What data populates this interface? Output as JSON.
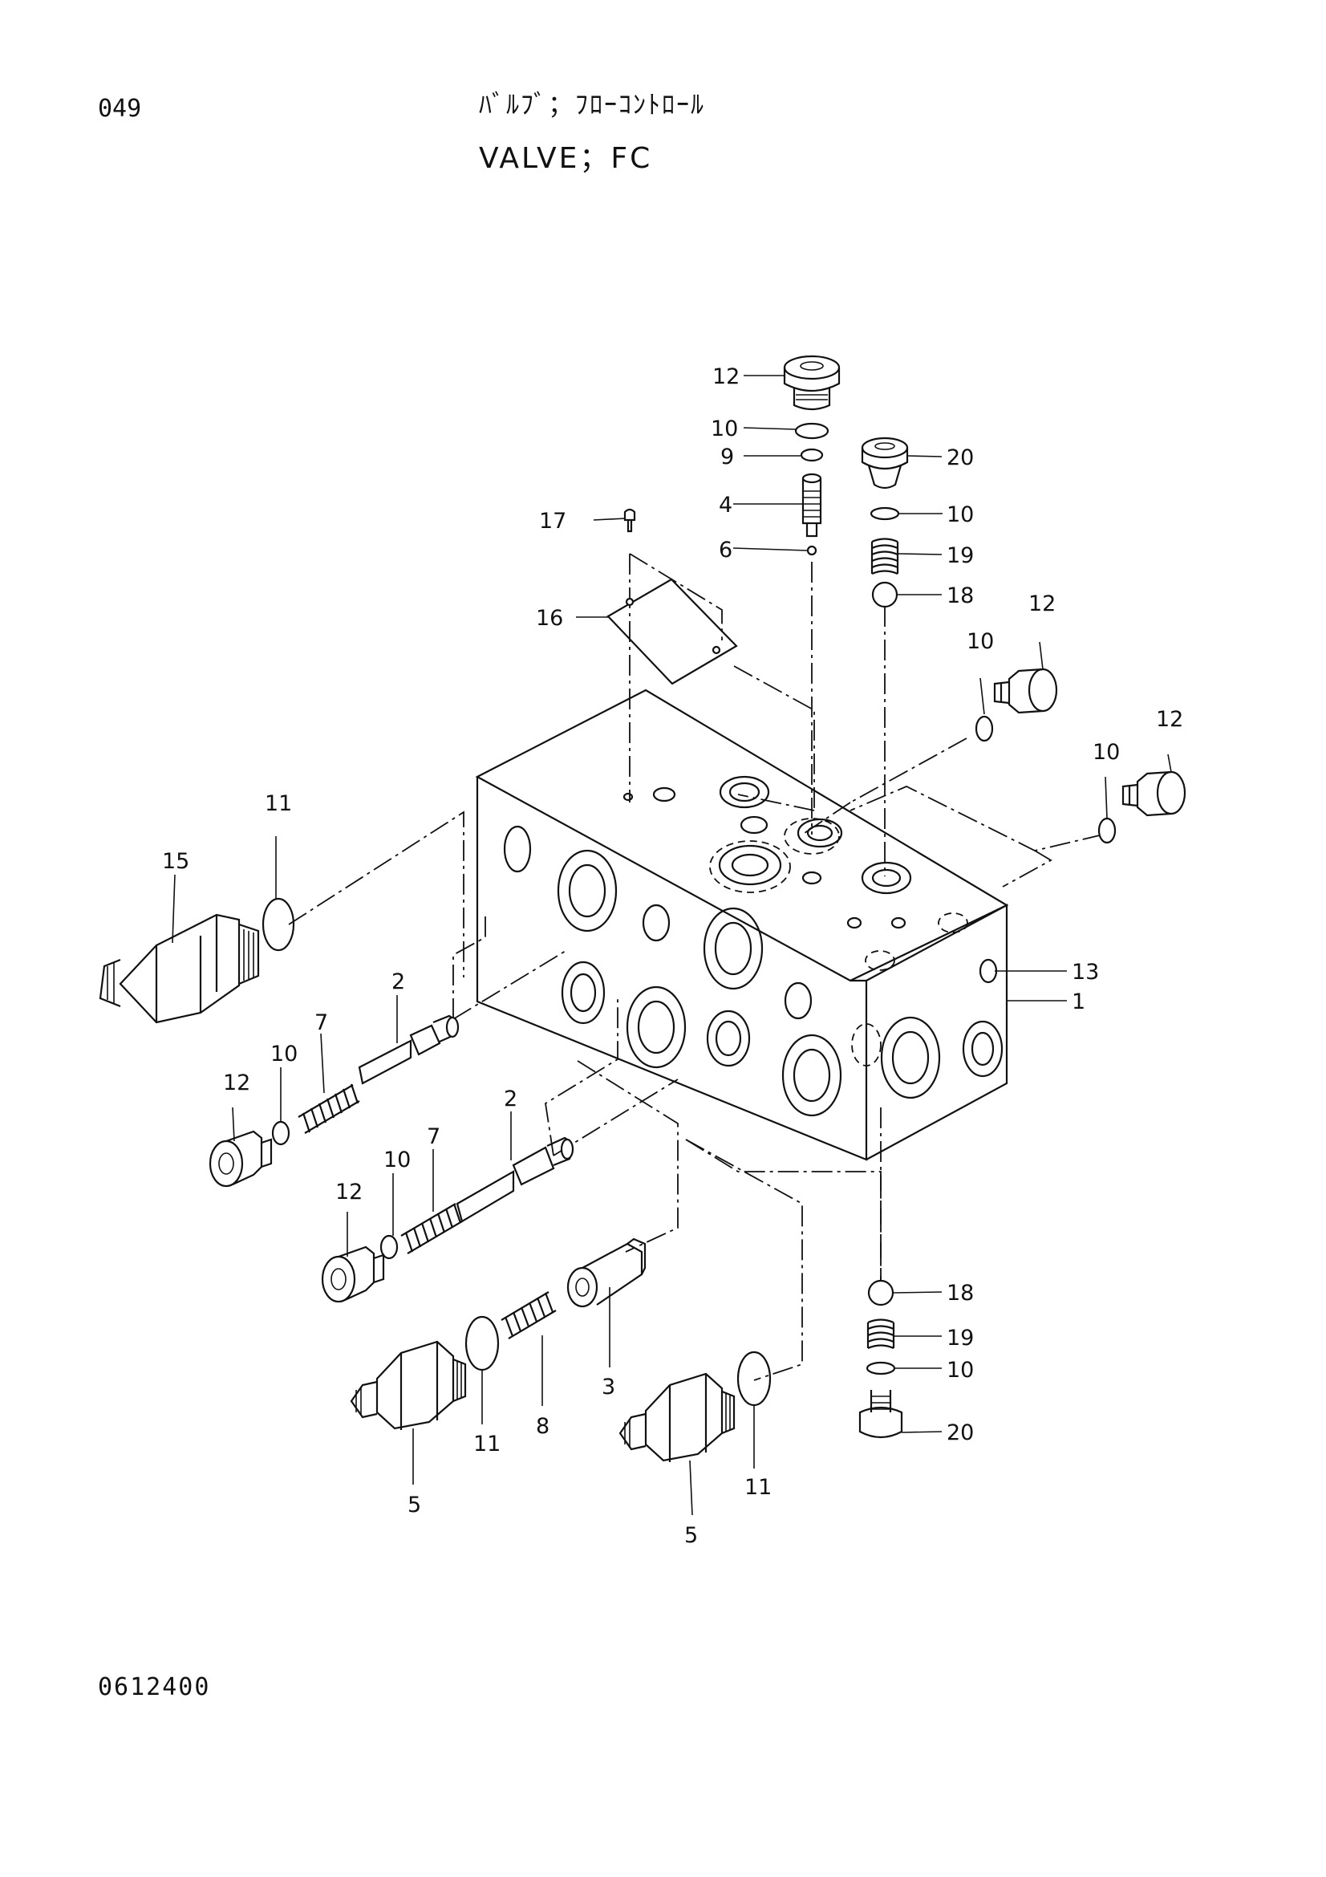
{
  "page": {
    "page_code": "049",
    "title_jp": "ﾊﾞﾙﾌﾞ；ﾌﾛｰｺﾝﾄﾛｰﾙ",
    "title_en": "VALVE；FC",
    "drawing_code": "0612400"
  },
  "callouts": {
    "c1": "1",
    "c2a": "2",
    "c2b": "2",
    "c3": "3",
    "c4": "4",
    "c5a": "5",
    "c5b": "5",
    "c6": "6",
    "c7a": "7",
    "c7b": "7",
    "c8": "8",
    "c9": "9",
    "c10a": "10",
    "c10b": "10",
    "c10c": "10",
    "c10d": "10",
    "c10e": "10",
    "c10f": "10",
    "c10g": "10",
    "c11a": "11",
    "c11b": "11",
    "c11c": "11",
    "c12a": "12",
    "c12b": "12",
    "c12c": "12",
    "c12d": "12",
    "c12e": "12",
    "c13": "13",
    "c15": "15",
    "c16": "16",
    "c17": "17",
    "c18a": "18",
    "c18b": "18",
    "c19a": "19",
    "c19b": "19",
    "c20a": "20",
    "c20b": "20"
  }
}
